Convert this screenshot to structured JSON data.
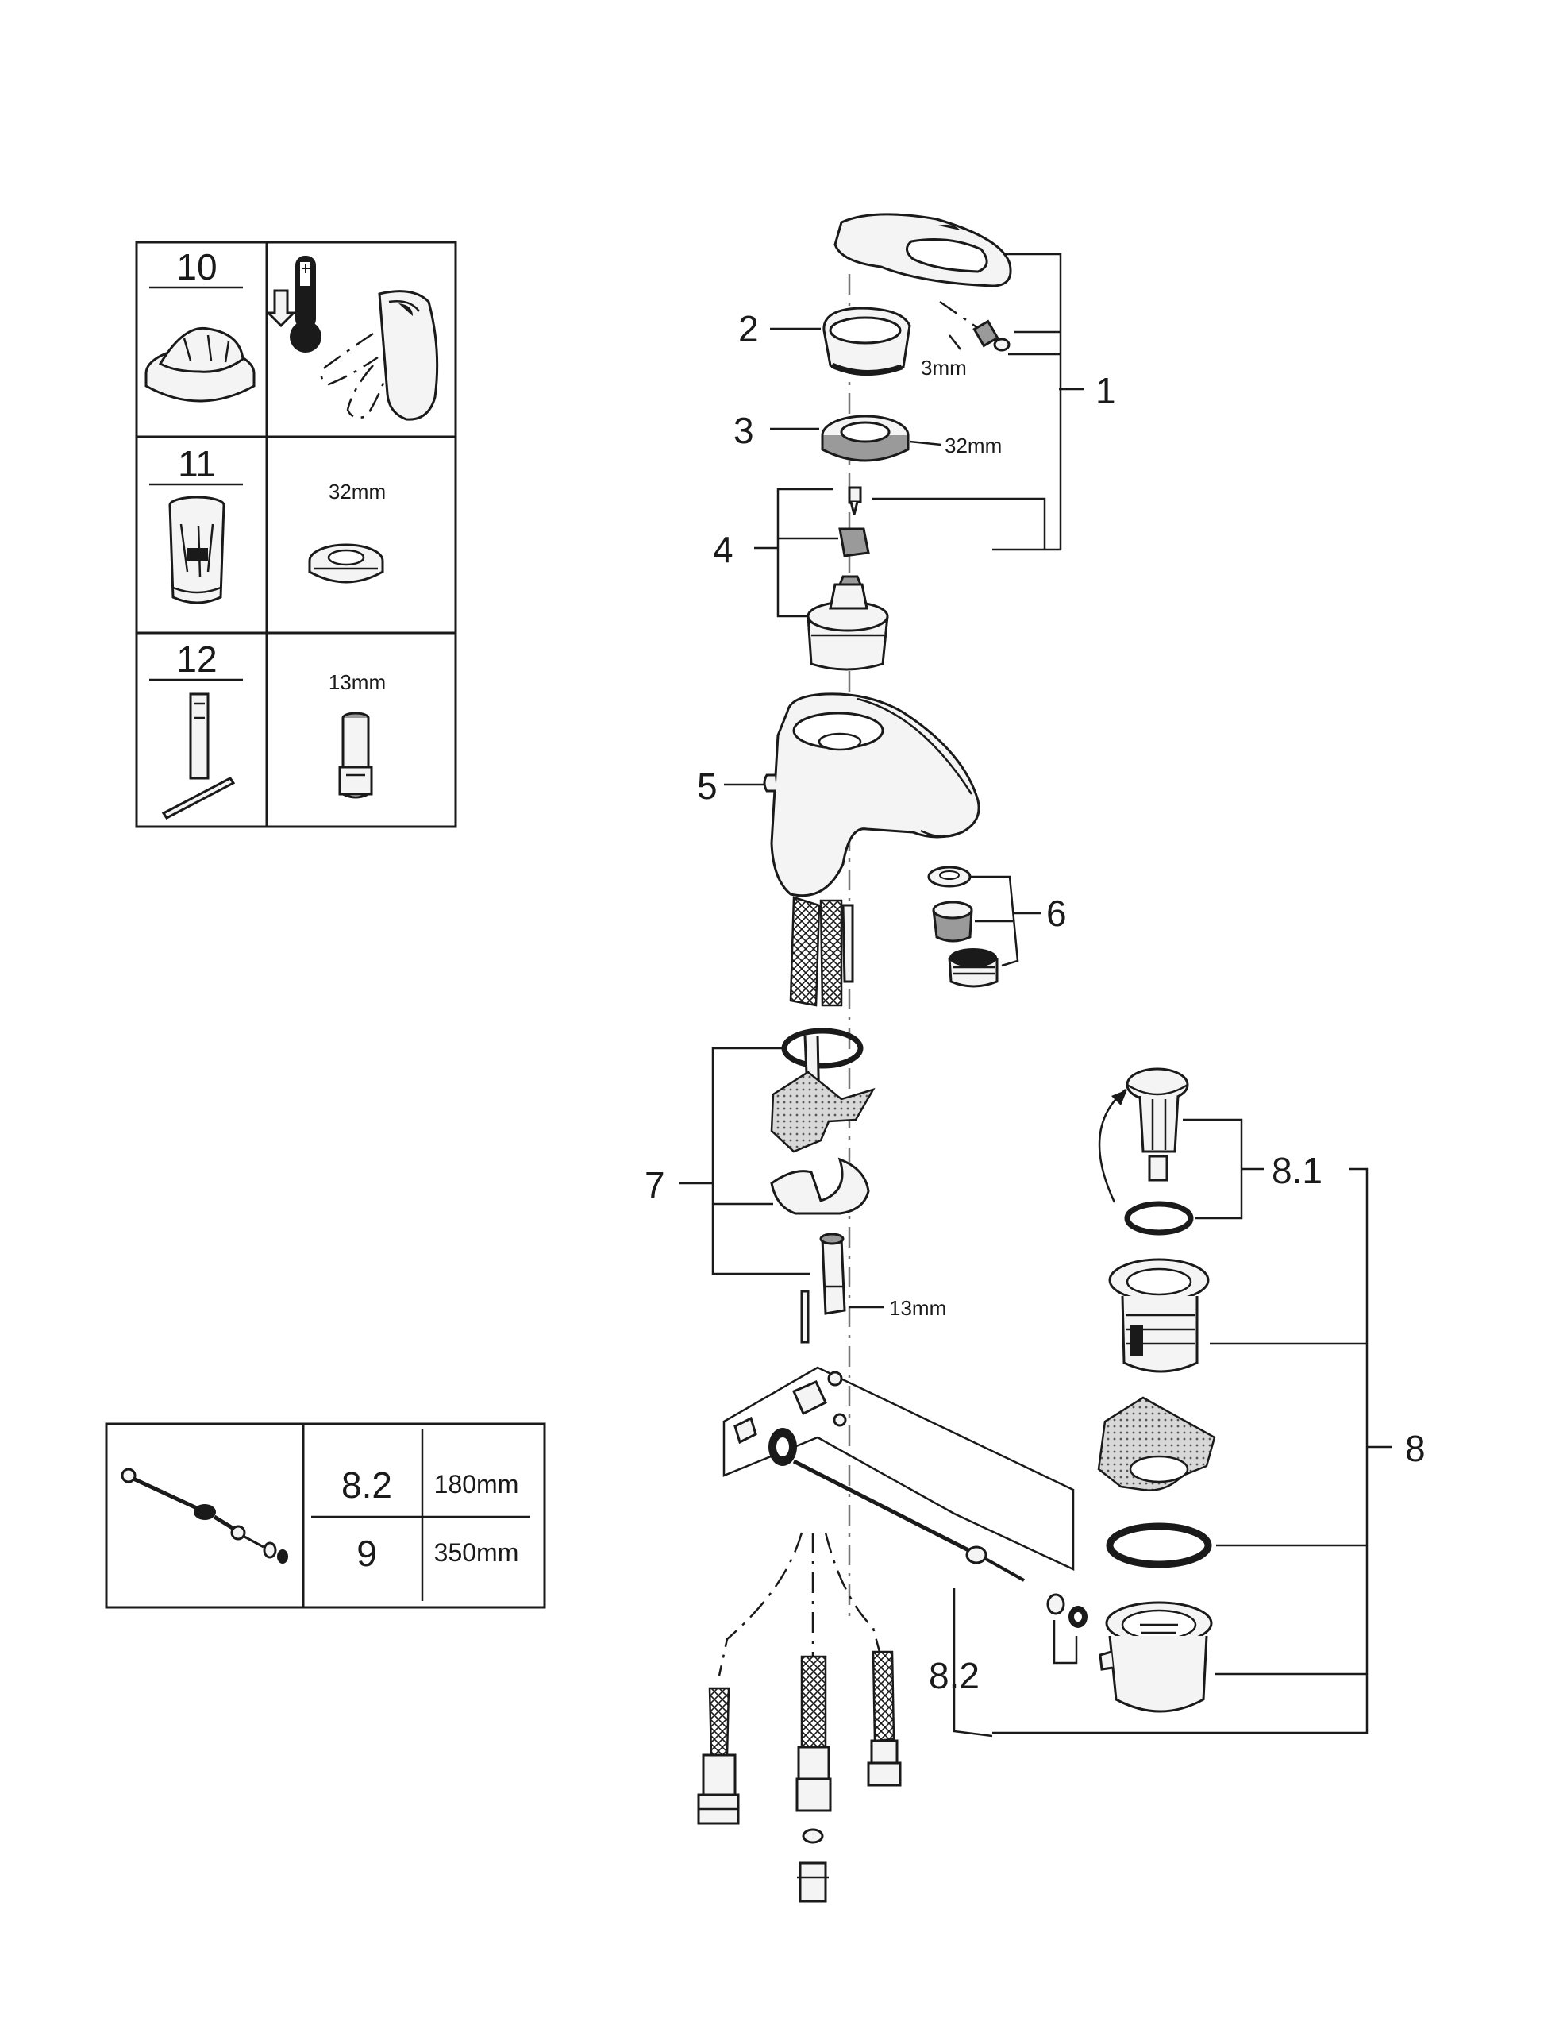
{
  "colors": {
    "ink": "#1a1a1a",
    "paper": "#ffffff",
    "shade": "#9a9a9a"
  },
  "tool_box": {
    "rows": [
      {
        "number": "10",
        "detail_label": ""
      },
      {
        "number": "11",
        "detail_label": "32mm"
      },
      {
        "number": "12",
        "detail_label": "13mm"
      }
    ],
    "icons": [
      "cap-icon",
      "thermometer-icon",
      "lever-handle-icon",
      "cartridge-tool-icon",
      "hex-nut-icon",
      "t-wrench-icon",
      "socket-insert-icon"
    ]
  },
  "rod_table": {
    "rows": [
      {
        "code": "8.2",
        "length": "180mm"
      },
      {
        "code": "9",
        "length": "350mm"
      }
    ]
  },
  "callouts": {
    "c1": "1",
    "c2": "2",
    "c3": "3",
    "c4": "4",
    "c5": "5",
    "c6": "6",
    "c7": "7",
    "c8": "8",
    "c8_1": "8.1",
    "c8_2": "8.2"
  },
  "dims": {
    "hex_3mm": "3mm",
    "nut_32mm": "32mm",
    "socket_13mm": "13mm"
  }
}
